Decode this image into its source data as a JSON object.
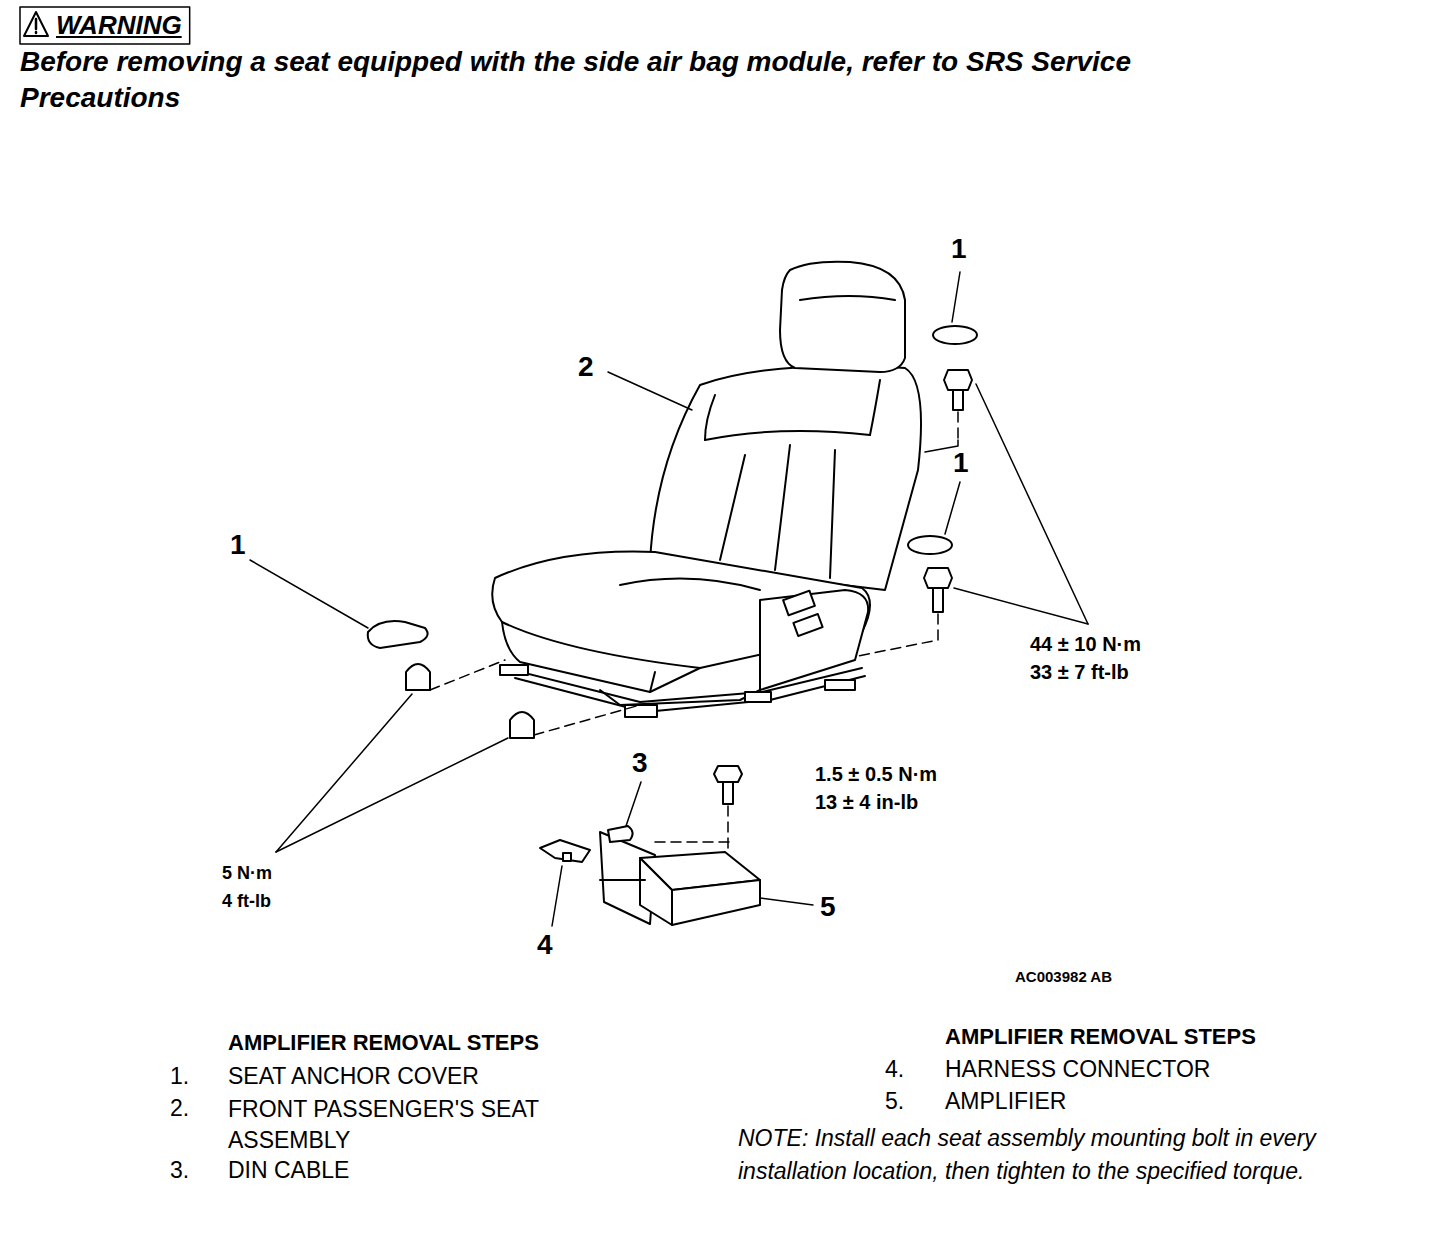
{
  "diagram": {
    "labels": [
      "WARNING",
      "Before removing a seat equipped with the side air bag module, refer to SRS Service Precautions",
      "1",
      "2",
      "1",
      "1",
      "44 ± 10 N·m",
      "33 ± 7 ft-lb",
      "3",
      "1.5 ± 0.5 N·m",
      "13 ± 4 in-lb",
      "5 N·m",
      "4 ft-lb",
      "5",
      "4",
      "AC003982 AB",
      "AMPLIFIER REMOVAL STEPS",
      "1.",
      "SEAT ANCHOR COVER",
      "2.",
      "FRONT PASSENGER'S SEAT ASSEMBLY",
      "3.",
      "DIN CABLE",
      "AMPLIFIER REMOVAL STEPS",
      "4.",
      "HARNESS CONNECTOR",
      "5.",
      "AMPLIFIER",
      "NOTE: Install each seat assembly mounting bolt in every installation location, then tighten to the specified torque."
    ]
  }
}
